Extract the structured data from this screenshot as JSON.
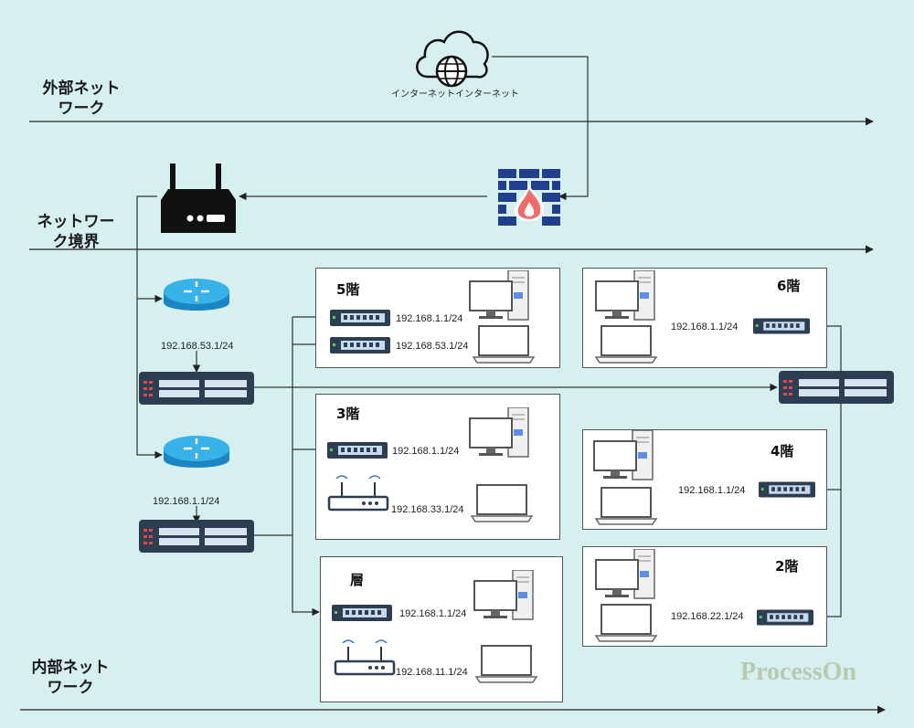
{
  "zones": {
    "external": "外部ネットワーク",
    "boundary": "ネットワーク境界",
    "internal": "内部ネットワーク"
  },
  "internet": {
    "label": "インターネットインターネット"
  },
  "core": {
    "router_top_ip": "192.168.53.1/24",
    "router_bottom_ip": "192.168.1.1/24"
  },
  "floors": {
    "f5": {
      "title": "5階",
      "ip_a": "192.168.1.1/24",
      "ip_b": "192.168.53.1/24"
    },
    "f3": {
      "title": "3階",
      "ip_a": "192.168.1.1/24",
      "ip_b": "192.168.33.1/24"
    },
    "f1": {
      "title": "層",
      "ip_a": "192.168.1.1/24",
      "ip_b": "192.168.11.1/24"
    },
    "f6": {
      "title": "6階",
      "ip_a": "192.168.1.1/24"
    },
    "f4": {
      "title": "4階",
      "ip_a": "192.168.1.1/24"
    },
    "f2": {
      "title": "2階",
      "ip_a": "192.168.22.1/24"
    }
  },
  "watermark": "ProcessOn",
  "icons": {
    "cloud": "cloud-globe-icon",
    "firewall": "firewall-icon",
    "gateway": "gateway-router-icon",
    "router": "router-icon",
    "core_switch": "rack-switch-icon",
    "switch": "switch-icon",
    "desktop": "desktop-pc-icon",
    "laptop": "laptop-icon",
    "wifi": "wifi-router-icon"
  },
  "colors": {
    "background": "#d6f0ef",
    "switch": "#2d3e52",
    "router": "#29a3e0",
    "firewall": "#1f3f8f"
  }
}
